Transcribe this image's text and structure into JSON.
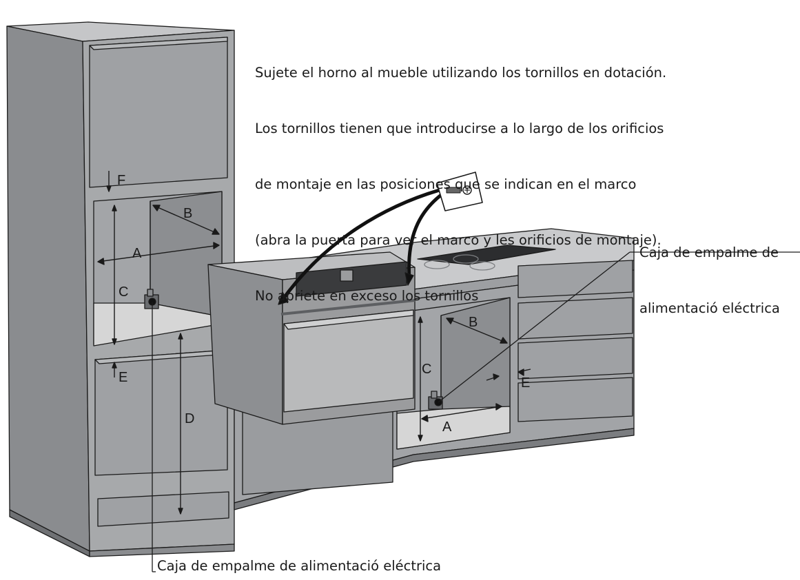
{
  "instructions": {
    "line1": "Sujete el horno al mueble utilizando los tornillos en dotación.",
    "line2": "Los tornillos tienen que introducirse a lo largo de los orificios",
    "line3": "de montaje en las posiciones que se indican en el marco",
    "line4": "(abra la puerta para ver el marco y les orificios de montaje).",
    "line5": "No apriete en exceso los tornillos"
  },
  "junction_box_right": {
    "line1": "Caja de empalme de",
    "line2": "alimentació eléctrica"
  },
  "junction_box_bottom": "Caja de empalme de alimentació eléctrica",
  "dimension_labels": {
    "tall_cabinet": [
      "F",
      "B",
      "A",
      "C",
      "E",
      "D"
    ],
    "base_cabinet": [
      "B",
      "C",
      "E",
      "A"
    ]
  },
  "icons": [
    "screw-icon"
  ],
  "colors": {
    "cabinet_front": "#a7a9ab",
    "cabinet_dark": "#8f9194",
    "cabinet_side": "#7d8083",
    "niche_wall": "#9a9c9f",
    "niche_floor": "#d6d6d6",
    "line": "#1a1a1a",
    "oven_body": "#9b9c9e",
    "oven_glass": "#b9babb"
  }
}
